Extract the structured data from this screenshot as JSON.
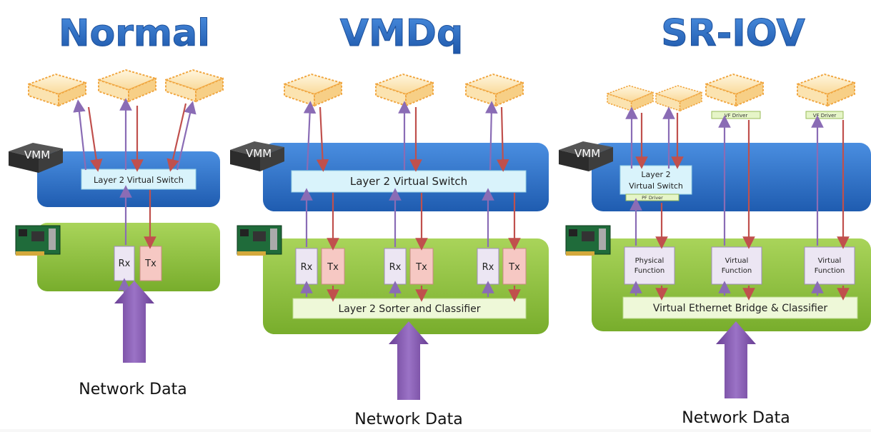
{
  "colors": {
    "title_blue": "#2f6fc0",
    "vmm_bar": "#2f6fca",
    "nic_green": "#8fc33a",
    "switch_fill": "#d9f3fb",
    "rx_fill": "#ece6f3",
    "tx_fill": "#f6c8c3",
    "arrow_up": "#8a6cb5",
    "arrow_down": "#c0504d",
    "big_arrow": "#7a4fa3",
    "server_outline": "#f0a640"
  },
  "icons": [
    "server-icon",
    "vmm-server-icon",
    "nic-card-icon"
  ],
  "panels": {
    "normal": {
      "title": "Normal",
      "vmm_label": "VMM",
      "switch_label": "Layer 2 Virtual Switch",
      "rx_label": "Rx",
      "tx_label": "Tx",
      "network_label": "Network Data"
    },
    "vmdq": {
      "title": "VMDq",
      "vmm_label": "VMM",
      "switch_label": "Layer 2 Virtual Switch",
      "queues": [
        {
          "rx": "Rx",
          "tx": "Tx"
        },
        {
          "rx": "Rx",
          "tx": "Tx"
        },
        {
          "rx": "Rx",
          "tx": "Tx"
        }
      ],
      "sorter_label": "Layer 2 Sorter and Classifier",
      "network_label": "Network Data"
    },
    "sriov": {
      "title": "SR-IOV",
      "vmm_label": "VMM",
      "switch_label_line1": "Layer 2",
      "switch_label_line2": "Virtual Switch",
      "pf_driver_label": "PF Driver",
      "vf_driver_labels": [
        "VF Driver",
        "VF Driver"
      ],
      "functions": [
        {
          "line1": "Physical",
          "line2": "Function"
        },
        {
          "line1": "Virtual",
          "line2": "Function"
        },
        {
          "line1": "Virtual",
          "line2": "Function"
        }
      ],
      "bridge_label": "Virtual Ethernet Bridge & Classifier",
      "network_label": "Network Data"
    }
  }
}
